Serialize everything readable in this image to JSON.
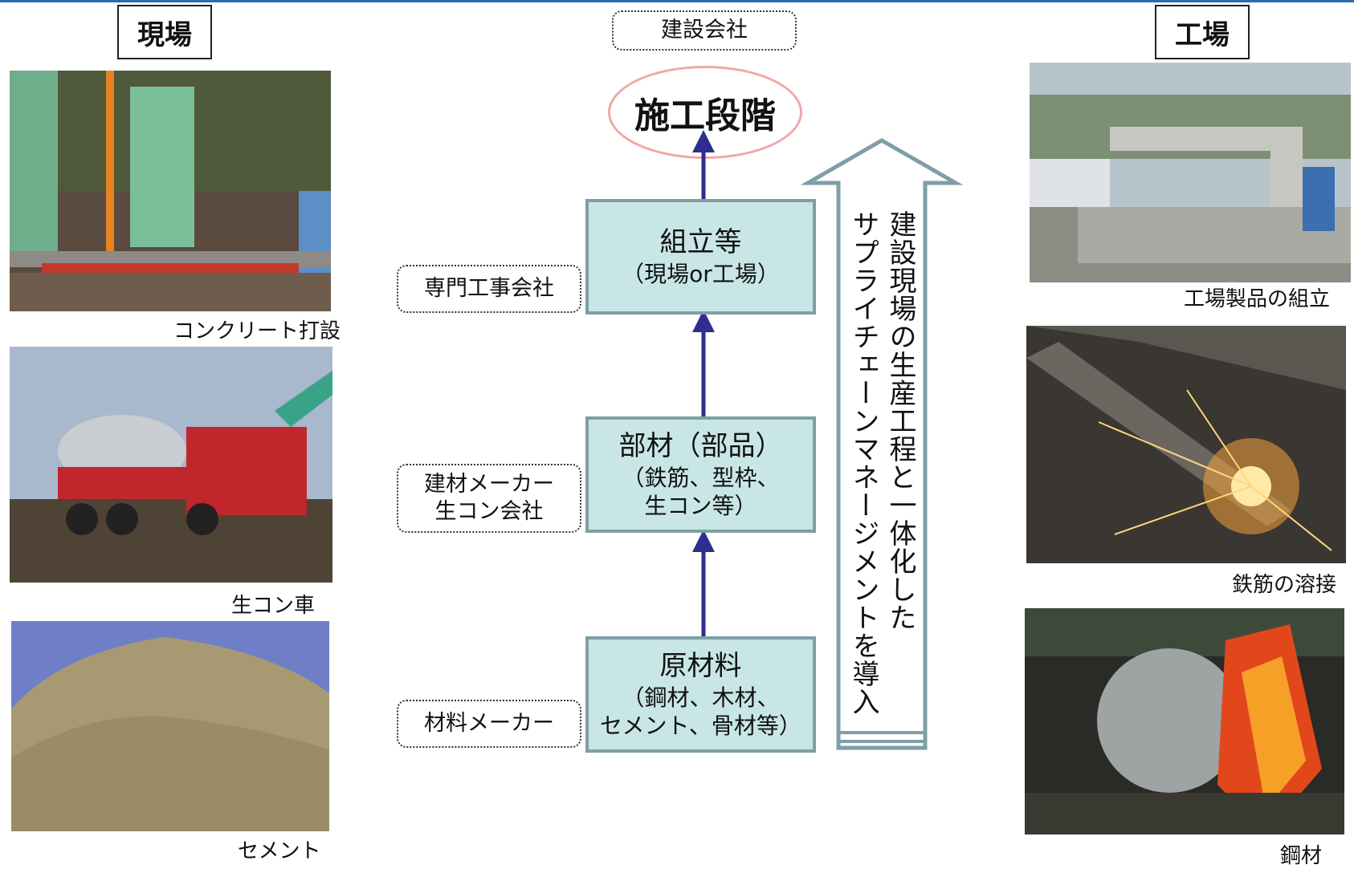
{
  "headers": {
    "site": "現場",
    "factory": "工場",
    "company": "建設会社"
  },
  "construction_stage": "施工段階",
  "stages": [
    {
      "main": "組立等",
      "sub": [
        "（現場or工場）"
      ]
    },
    {
      "main": "部材（部品）",
      "sub": [
        "（鉄筋、型枠、",
        "生コン等）"
      ]
    },
    {
      "main": "原材料",
      "sub": [
        "（鋼材、木材、",
        "セメント、骨材等）"
      ]
    }
  ],
  "actors": {
    "specialist": [
      "専門工事会社"
    ],
    "material_makers": [
      "建材メーカー",
      "生コン会社"
    ],
    "raw_maker": [
      "材料メーカー"
    ]
  },
  "supply_chain": {
    "line1": "建設現場の生産工程と一体化した",
    "line2": "サプライチェーンマネージメントを導入"
  },
  "site_captions": {
    "concrete": "コンクリート打設",
    "mixer": "生コン車",
    "cement": "セメント"
  },
  "factory_captions": {
    "assembly": "工場製品の組立",
    "welding": "鉄筋の溶接",
    "steel": "鋼材"
  },
  "colors": {
    "stage_fill": "#c9e6e6",
    "stage_border": "#7f9ea6",
    "arrow": "#2e2e8f",
    "ellipse_border": "#f2a7a7",
    "big_arrow": "#7f9ea6"
  }
}
